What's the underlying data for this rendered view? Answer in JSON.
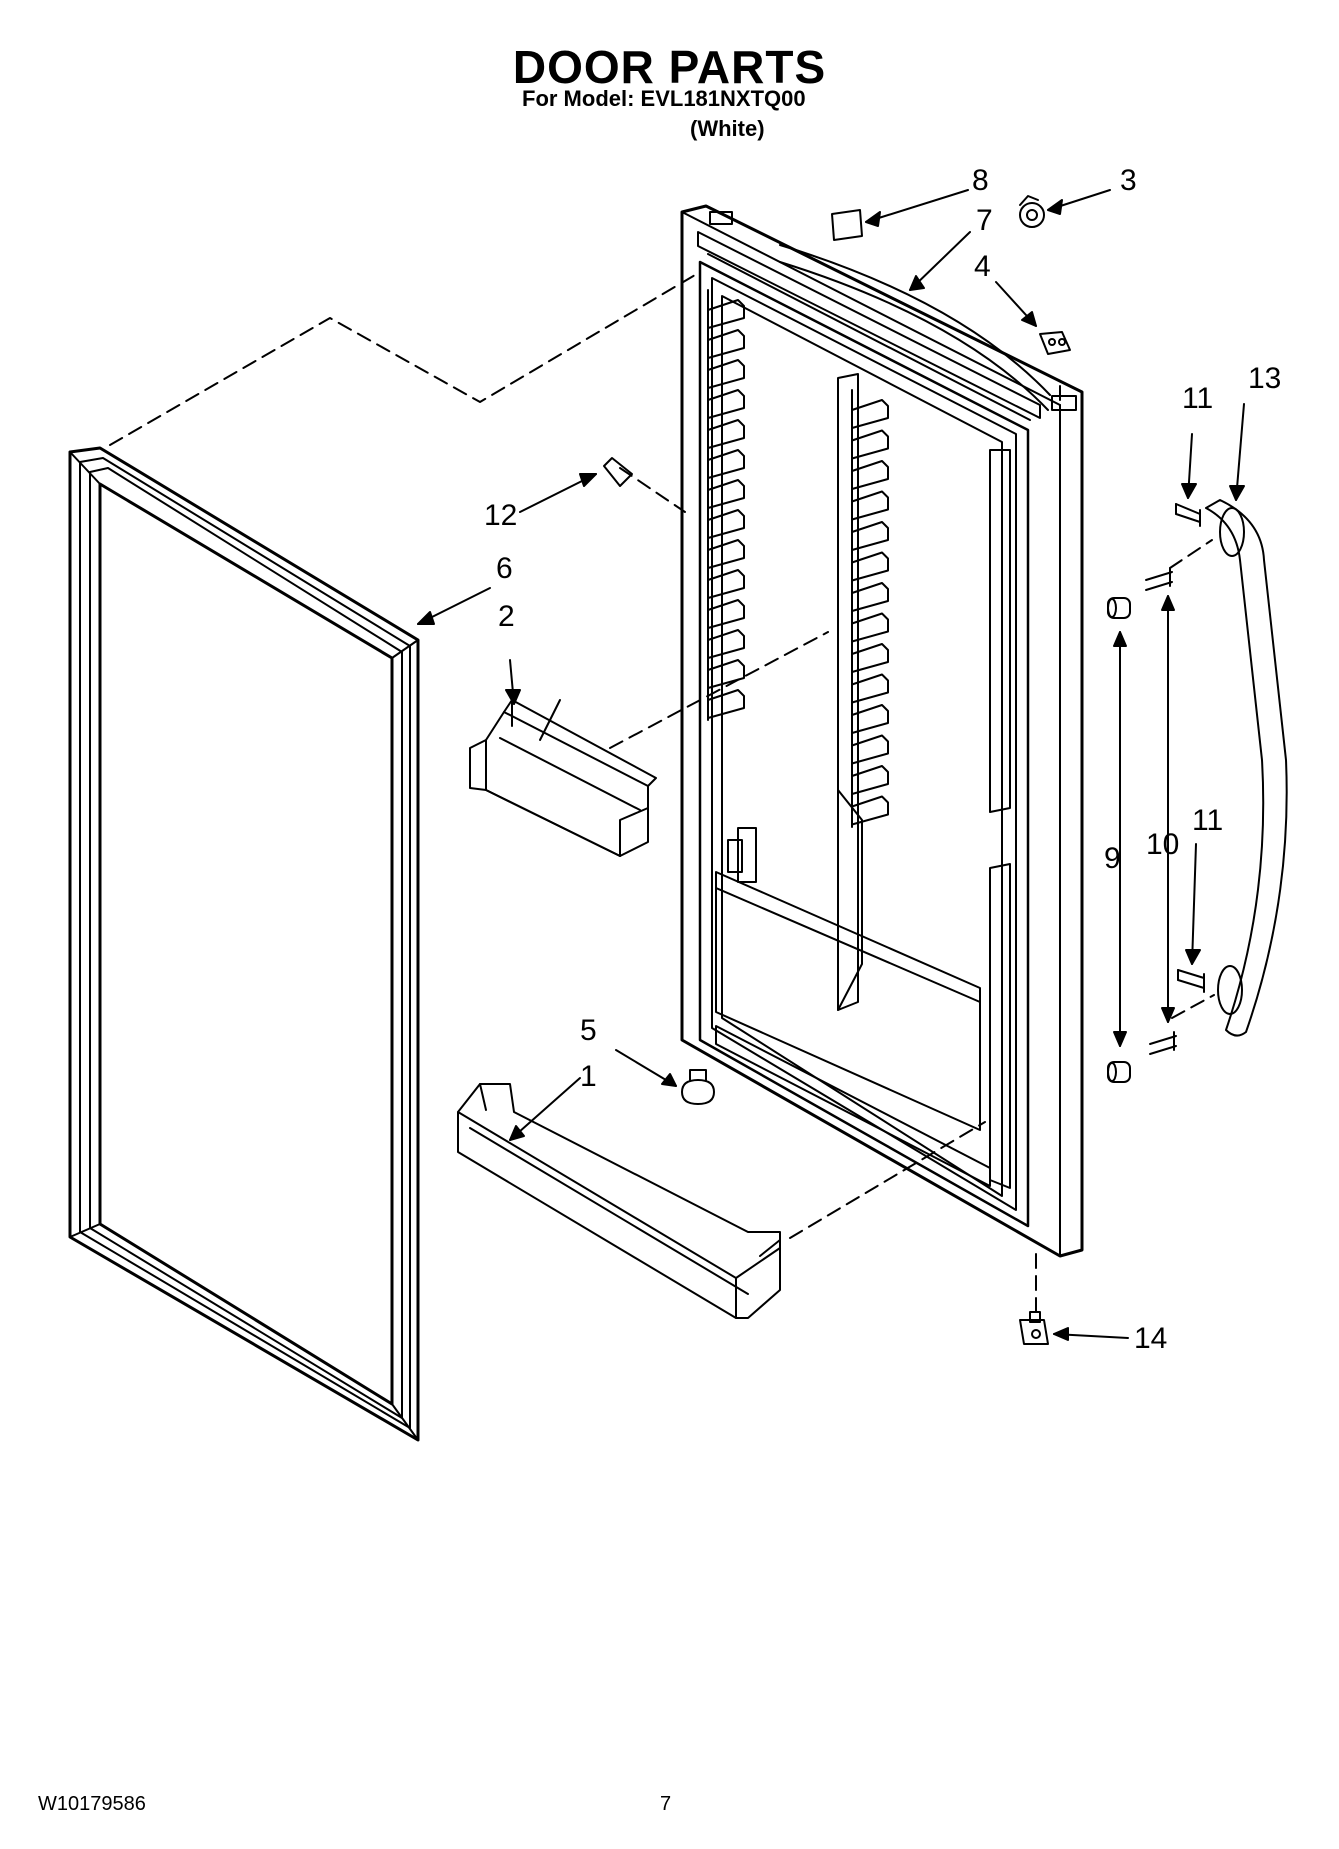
{
  "header": {
    "title": "DOOR PARTS",
    "model_line": "For Model: EVL181NXTQ00",
    "color_line": "(White)"
  },
  "footer": {
    "doc_number": "W10179586",
    "page_number": "7"
  },
  "callouts": {
    "c1": "1",
    "c2": "2",
    "c3": "3",
    "c4": "4",
    "c5": "5",
    "c6": "6",
    "c7": "7",
    "c8": "8",
    "c9": "9",
    "c10": "10",
    "c11a": "11",
    "c11b": "11",
    "c12": "12",
    "c13": "13",
    "c14": "14"
  }
}
